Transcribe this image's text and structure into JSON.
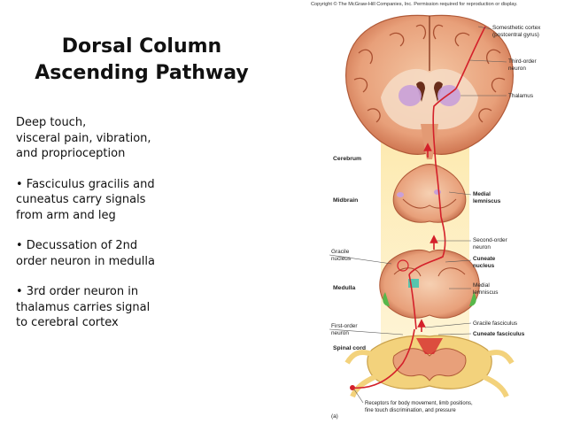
{
  "slide": {
    "title_line1": "Dorsal Column",
    "title_line2": "Ascending Pathway",
    "intro": [
      "Deep touch,",
      "visceral pain, vibration,",
      "and proprioception"
    ],
    "bullet1": [
      "• Fasciculus gracilis and",
      "cuneatus carry signals",
      "from arm and leg"
    ],
    "bullet2": [
      "• Decussation of 2nd",
      "order neuron in medulla"
    ],
    "bullet3": [
      "• 3rd order neuron in",
      "thalamus carries signal",
      "to cerebral cortex"
    ]
  },
  "figure": {
    "copyright": "Copyright © The McGraw-Hill Companies, Inc. Permission required for reproduction or display.",
    "labels": {
      "somesthetic_1": "Somesthetic cortex",
      "somesthetic_2": "(postcentral gyrus)",
      "third_order_1": "Third-order",
      "third_order_2": "neuron",
      "thalamus": "Thalamus",
      "cerebrum": "Cerebrum",
      "midbrain": "Midbrain",
      "medial_lemniscus_bold_1": "Medial",
      "medial_lemniscus_bold_2": "lemniscus",
      "gracile_1": "Gracile",
      "gracile_2": "nucleus",
      "second_order_1": "Second-order",
      "second_order_2": "neuron",
      "cuneate_1": "Cuneate",
      "cuneate_2": "nucleus",
      "medulla": "Medulla",
      "medial_lemniscus_1": "Medial",
      "medial_lemniscus_2": "lemniscus",
      "first_order_1": "First-order",
      "first_order_2": "neuron",
      "gracile_fasciculus": "Gracile fasciculus",
      "cuneate_fasciculus": "Cuneate fasciculus",
      "spinal_cord": "Spinal cord",
      "receptors_1": "Receptors for body movement, limb positions,",
      "receptors_2": "fine touch discrimination, and pressure",
      "panel": "(a)"
    }
  },
  "colors": {
    "tissue": "#e8a07a",
    "tissue_dark": "#c86a46",
    "pathway": "#d4202a",
    "glow": "#fde7a6",
    "thalamus": "#c9a0d8",
    "nucleus_teal": "#3cc6b0"
  }
}
